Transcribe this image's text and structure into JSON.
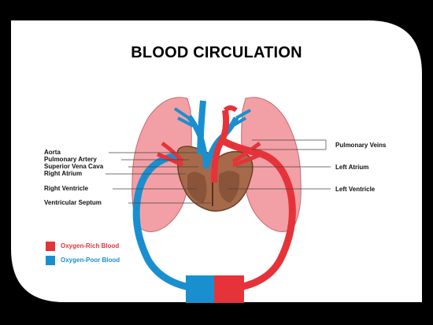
{
  "title": "BLOOD CIRCULATION",
  "labels": {
    "aorta": "Aorta",
    "pulmonary_artery": "Pulmonary Artery",
    "superior_vena_cava": "Superior Vena Cava",
    "right_atrium": "Right Atrium",
    "right_ventricle": "Right Ventricle",
    "ventricular_septum": "Ventricular Septum",
    "pulmonary_veins": "Pulmonary Veins",
    "left_atrium": "Left Atrium",
    "left_ventricle": "Left Ventricle"
  },
  "legend": [
    {
      "label": "Oxygen-Rich Blood",
      "color": "#e63339"
    },
    {
      "label": "Oxygen-Poor Blood",
      "color": "#1a8fd0"
    }
  ],
  "colors": {
    "frame": "#000000",
    "oxygen_rich": "#e63339",
    "oxygen_poor": "#1a8fd0",
    "lung": "#f2a0a5",
    "heart": "#a66a4a",
    "label_text_red": "#e63339",
    "label_text_blue": "#1a8fd0"
  }
}
